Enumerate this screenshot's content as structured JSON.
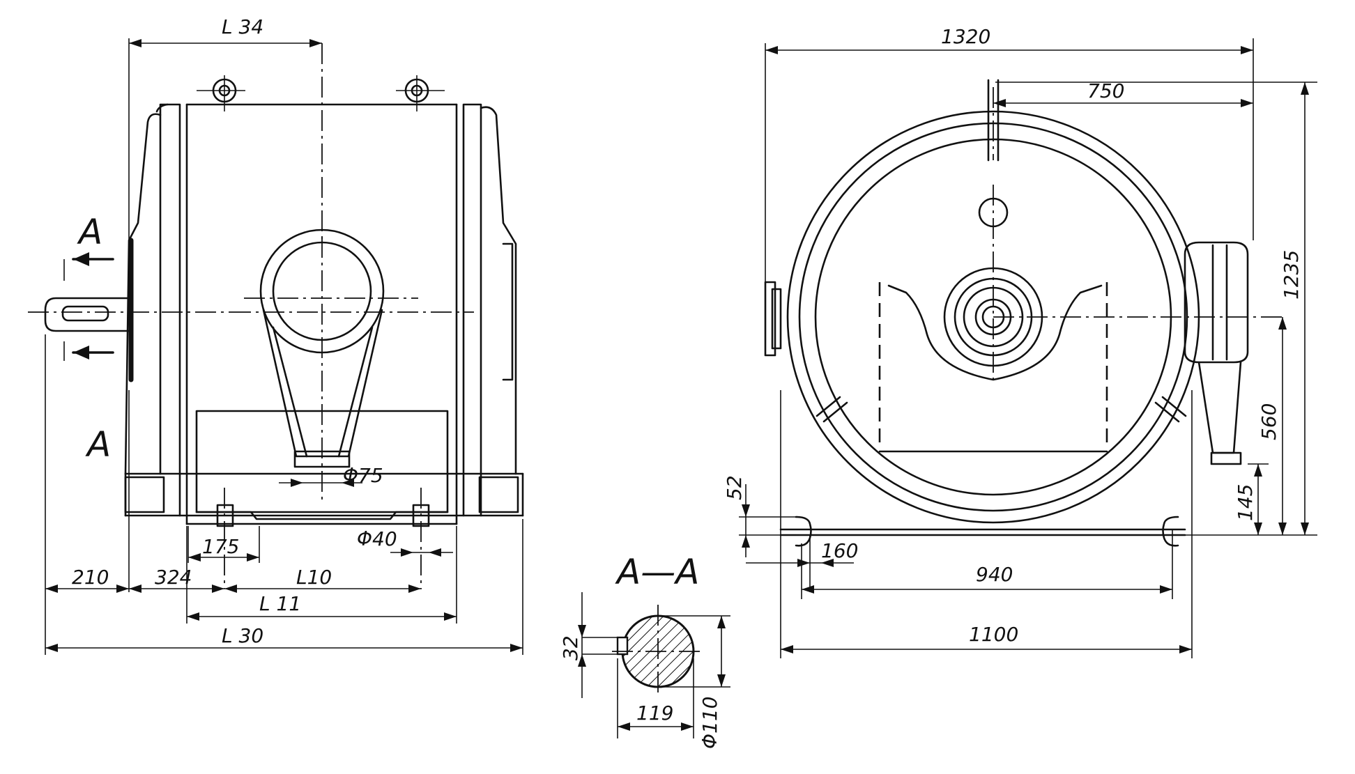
{
  "side_view": {
    "section_mark_top": "A",
    "section_mark_bottom": "A",
    "dims": {
      "l34": "L 34",
      "d75": "Φ75",
      "d40": "Φ40",
      "v175": "175",
      "v210": "210",
      "v324": "324",
      "l10": "L10",
      "l11": "L 11",
      "l30": "L 30"
    }
  },
  "section_view": {
    "title": "A—A",
    "dims": {
      "v32": "32",
      "v119": "119",
      "d110": "Φ110"
    }
  },
  "end_view": {
    "dims": {
      "v1320": "1320",
      "v750": "750",
      "v1235": "1235",
      "v560": "560",
      "v145": "145",
      "v52": "52",
      "v160": "160",
      "v940": "940",
      "v1100": "1100"
    }
  }
}
